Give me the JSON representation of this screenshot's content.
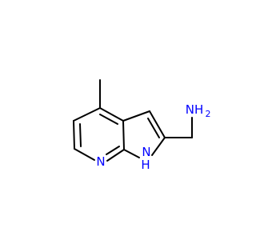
{
  "molecule": {
    "atoms": [
      {
        "id": "N7",
        "label": "N",
        "color": "#0000ff"
      },
      {
        "id": "N1",
        "label": "N",
        "color": "#0000ff"
      },
      {
        "id": "N1H",
        "label": "H",
        "color": "#0000ff"
      },
      {
        "id": "NH2",
        "label": "NH",
        "color": "#0000ff"
      },
      {
        "id": "NH2sub",
        "label": "2",
        "color": "#0000ff"
      }
    ],
    "colors": {
      "bond": "#000000",
      "nitrogen": "#0000ff",
      "background": "#ffffff"
    }
  }
}
